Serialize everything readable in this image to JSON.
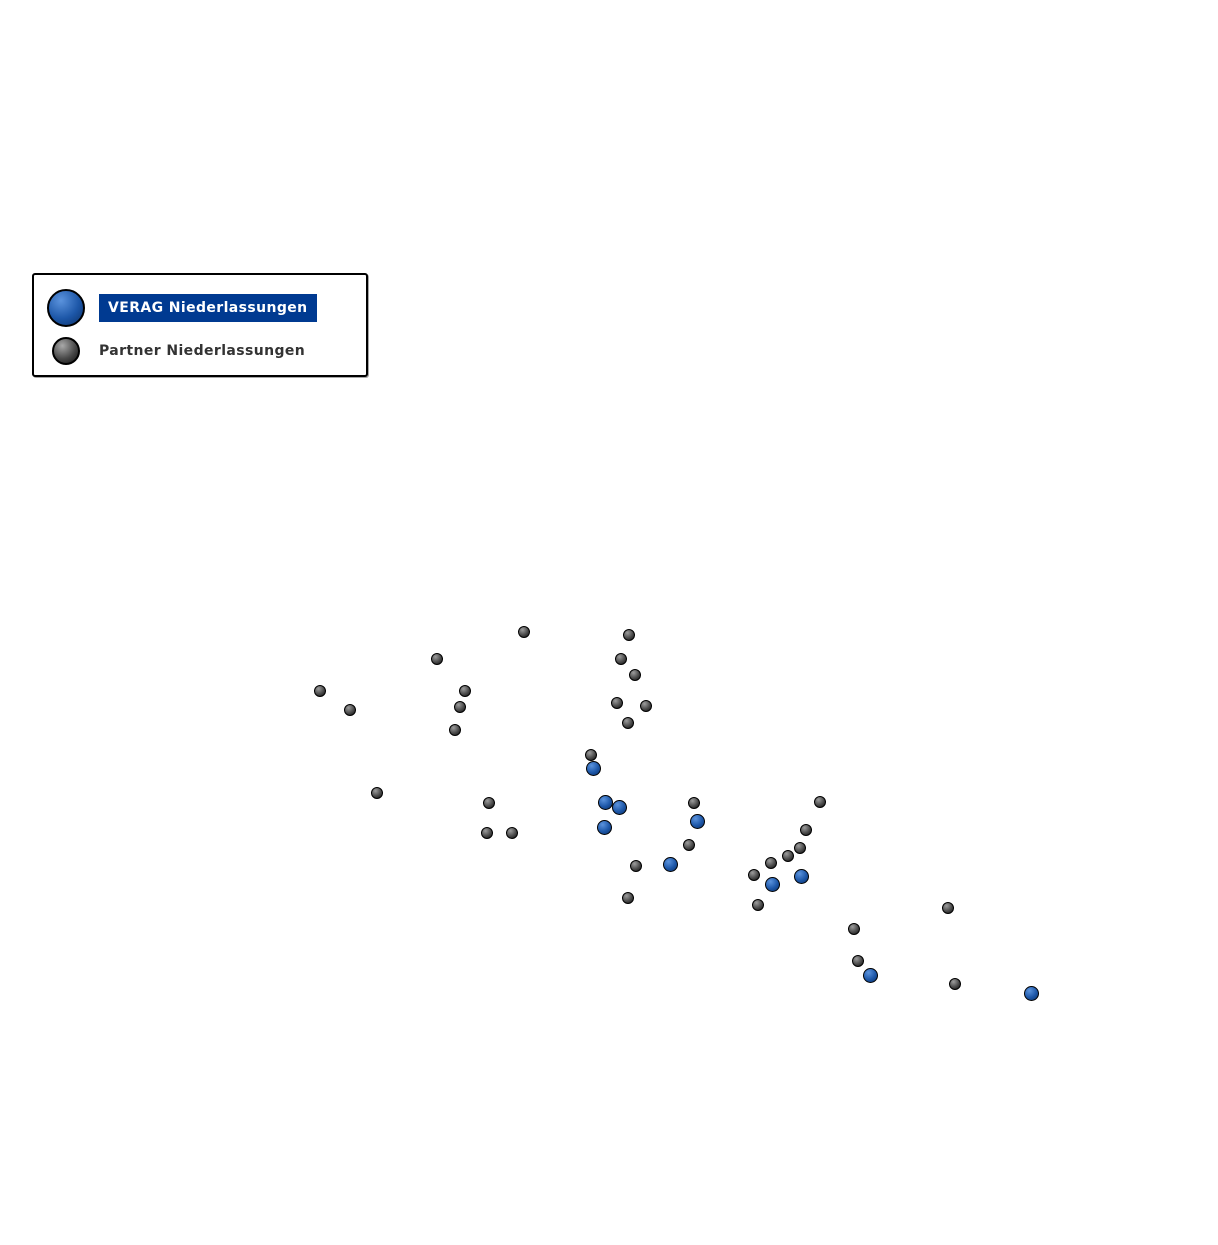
{
  "legend": {
    "verag_label": "VERAG Niederlassungen",
    "partner_label": "Partner Niederlassungen",
    "colors": {
      "verag": "#1d57a8",
      "partner": "#4a4a4a",
      "verag_label_bg": "#003a91",
      "verag_label_color": "#ffffff",
      "partner_label_color": "#333333"
    }
  },
  "chart_data": {
    "type": "scatter",
    "title": "",
    "series": [
      {
        "name": "VERAG Niederlassungen",
        "marker_color": "#1d57a8",
        "points": [
          [
            593,
            768
          ],
          [
            605,
            802
          ],
          [
            619,
            807
          ],
          [
            604,
            827
          ],
          [
            697,
            821
          ],
          [
            670,
            864
          ],
          [
            772,
            884
          ],
          [
            801,
            876
          ],
          [
            870,
            975
          ],
          [
            1031,
            993
          ]
        ]
      },
      {
        "name": "Partner Niederlassungen",
        "marker_color": "#4a4a4a",
        "points": [
          [
            524,
            632
          ],
          [
            629,
            635
          ],
          [
            437,
            659
          ],
          [
            621,
            659
          ],
          [
            635,
            675
          ],
          [
            320,
            691
          ],
          [
            465,
            691
          ],
          [
            350,
            710
          ],
          [
            460,
            707
          ],
          [
            617,
            703
          ],
          [
            646,
            706
          ],
          [
            455,
            730
          ],
          [
            628,
            723
          ],
          [
            591,
            755
          ],
          [
            377,
            793
          ],
          [
            489,
            803
          ],
          [
            694,
            803
          ],
          [
            820,
            802
          ],
          [
            806,
            830
          ],
          [
            487,
            833
          ],
          [
            512,
            833
          ],
          [
            689,
            845
          ],
          [
            800,
            848
          ],
          [
            788,
            856
          ],
          [
            771,
            863
          ],
          [
            636,
            866
          ],
          [
            754,
            875
          ],
          [
            628,
            898
          ],
          [
            758,
            905
          ],
          [
            948,
            908
          ],
          [
            854,
            929
          ],
          [
            858,
            961
          ],
          [
            955,
            984
          ]
        ]
      }
    ],
    "legend_position": "top-left",
    "grid": false,
    "axes_visible": false
  }
}
